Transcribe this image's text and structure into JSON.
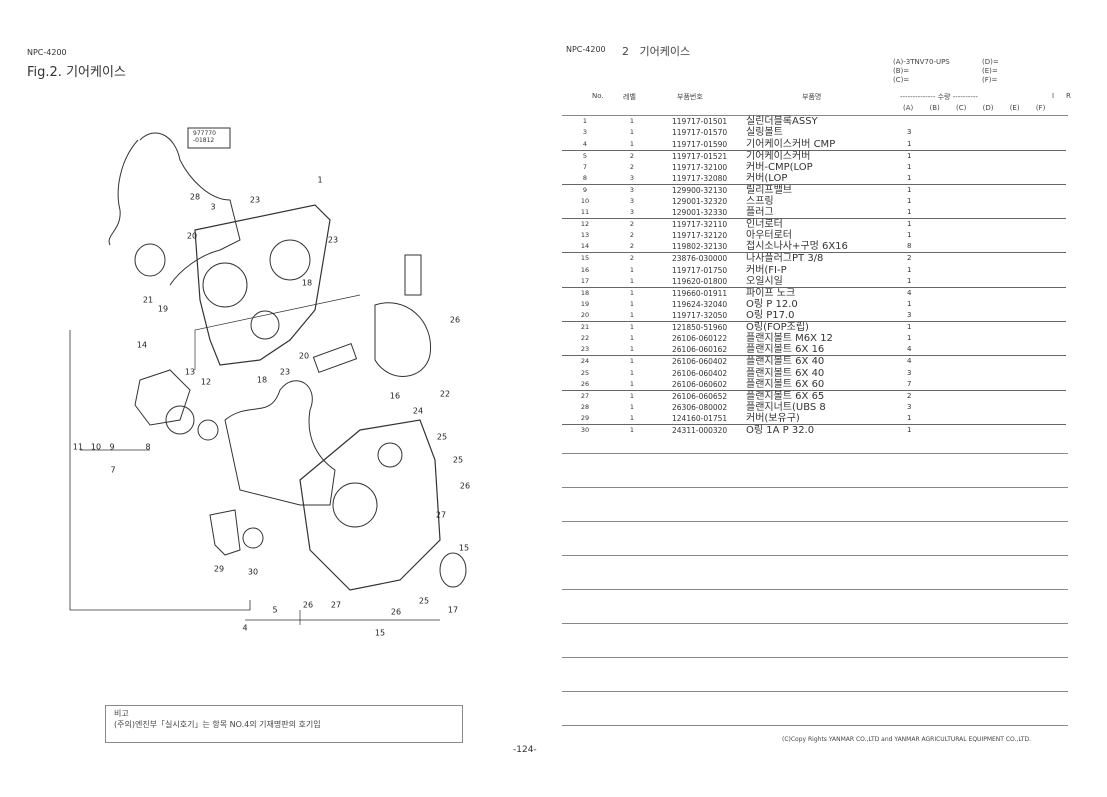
{
  "left": {
    "model": "NPC-4200",
    "figure_title": "Fig.2. 기어케이스",
    "callouts": [
      "1",
      "3",
      "28",
      "23",
      "23",
      "20",
      "18",
      "21",
      "19",
      "26",
      "14",
      "13",
      "12",
      "20",
      "18",
      "23",
      "16",
      "22",
      "24",
      "11",
      "10",
      "9",
      "8",
      "7",
      "25",
      "25",
      "26",
      "27",
      "15",
      "29",
      "30",
      "26",
      "27",
      "5",
      "26",
      "25",
      "17",
      "4",
      "15"
    ],
    "tube_label": [
      "977770",
      "-01812"
    ],
    "remark_title": "비고",
    "remark_text": "(주의)엔진부「실시호기」는 항목 NO.4의 기재명판의 호기임"
  },
  "right": {
    "model": "NPC-4200",
    "section_no": "2",
    "section_title": "기어케이스",
    "models": {
      "a": "(A)-3TNV70-UPS",
      "b": "(B)=",
      "c": "(C)=",
      "d": "(D)=",
      "e": "(E)=",
      "f": "(F)="
    },
    "headers": {
      "no": "No.",
      "level": "레벨",
      "part_no": "부품번호",
      "name": "부품명",
      "qty": "-------------- 수량 ----------",
      "i": "I",
      "r": "R",
      "cols": [
        "(A)",
        "(B)",
        "(C)",
        "(D)",
        "(E)",
        "(F)"
      ]
    },
    "rows": [
      {
        "no": "1",
        "lv": "1",
        "pn": "119717-01501",
        "name": "실린더블록ASSY",
        "qty": ""
      },
      {
        "no": "3",
        "lv": "1",
        "pn": "119717-01570",
        "name": "실링볼트",
        "qty": "3"
      },
      {
        "no": "4",
        "lv": "1",
        "pn": "119717-01590",
        "name": "기어케이스커버 CMP",
        "qty": "1"
      },
      {
        "no": "5",
        "lv": "2",
        "pn": "119717-01521",
        "name": "기어케이스커버",
        "qty": "1"
      },
      {
        "no": "7",
        "lv": "2",
        "pn": "119717-32100",
        "name": "커버-CMP(LOP",
        "qty": "1"
      },
      {
        "no": "8",
        "lv": "3",
        "pn": "119717-32080",
        "name": "커버(LOP",
        "qty": "1"
      },
      {
        "no": "9",
        "lv": "3",
        "pn": "129900-32130",
        "name": "릴리프밸브",
        "qty": "1"
      },
      {
        "no": "10",
        "lv": "3",
        "pn": "129001-32320",
        "name": "스프링",
        "qty": "1"
      },
      {
        "no": "11",
        "lv": "3",
        "pn": "129001-32330",
        "name": "플러그",
        "qty": "1"
      },
      {
        "no": "12",
        "lv": "2",
        "pn": "119717-32110",
        "name": "인너로터",
        "qty": "1"
      },
      {
        "no": "13",
        "lv": "2",
        "pn": "119717-32120",
        "name": "아우터로터",
        "qty": "1"
      },
      {
        "no": "14",
        "lv": "2",
        "pn": "119802-32130",
        "name": "접시소나사+구멍 6X16",
        "qty": "8"
      },
      {
        "no": "15",
        "lv": "2",
        "pn": "23876-030000",
        "name": "나사플러그PT  3/8",
        "qty": "2"
      },
      {
        "no": "16",
        "lv": "1",
        "pn": "119717-01750",
        "name": "커버(FI-P",
        "qty": "1"
      },
      {
        "no": "17",
        "lv": "1",
        "pn": "119620-01800",
        "name": "오일시일",
        "qty": "1"
      },
      {
        "no": "18",
        "lv": "1",
        "pn": "119660-01911",
        "name": "파이프 노크",
        "qty": "4"
      },
      {
        "no": "19",
        "lv": "1",
        "pn": "119624-32040",
        "name": "O링 P 12.0",
        "qty": "1"
      },
      {
        "no": "20",
        "lv": "1",
        "pn": "119717-32050",
        "name": "O링 P17.0",
        "qty": "3"
      },
      {
        "no": "21",
        "lv": "1",
        "pn": "121850-51960",
        "name": "O링(FOP조립)",
        "qty": "1"
      },
      {
        "no": "22",
        "lv": "1",
        "pn": "26106-060122",
        "name": "플랜지볼트 M6X 12",
        "qty": "1"
      },
      {
        "no": "23",
        "lv": "1",
        "pn": "26106-060162",
        "name": "플랜지볼트 6X 16",
        "qty": "4"
      },
      {
        "no": "24",
        "lv": "1",
        "pn": "26106-060402",
        "name": "플랜지볼트 6X 40",
        "qty": "4"
      },
      {
        "no": "25",
        "lv": "1",
        "pn": "26106-060402",
        "name": "플랜지볼트 6X 40",
        "qty": "3"
      },
      {
        "no": "26",
        "lv": "1",
        "pn": "26106-060602",
        "name": "플랜지볼트 6X 60",
        "qty": "7"
      },
      {
        "no": "27",
        "lv": "1",
        "pn": "26106-060652",
        "name": "플랜지볼트 6X 65",
        "qty": "2"
      },
      {
        "no": "28",
        "lv": "1",
        "pn": "26306-080002",
        "name": "플랜지너트(UBS  8",
        "qty": "3"
      },
      {
        "no": "29",
        "lv": "1",
        "pn": "124160-01751",
        "name": "커버(보유구)",
        "qty": "1"
      },
      {
        "no": "30",
        "lv": "1",
        "pn": "24311-000320",
        "name": "O링 1A P 32.0",
        "qty": "1"
      }
    ],
    "copyright": "(C)Copy Rights  YANMAR CO.,LTD and YANMAR AGRICULTURAL EQUIPMENT CO.,LTD."
  },
  "page_number": "-124-"
}
